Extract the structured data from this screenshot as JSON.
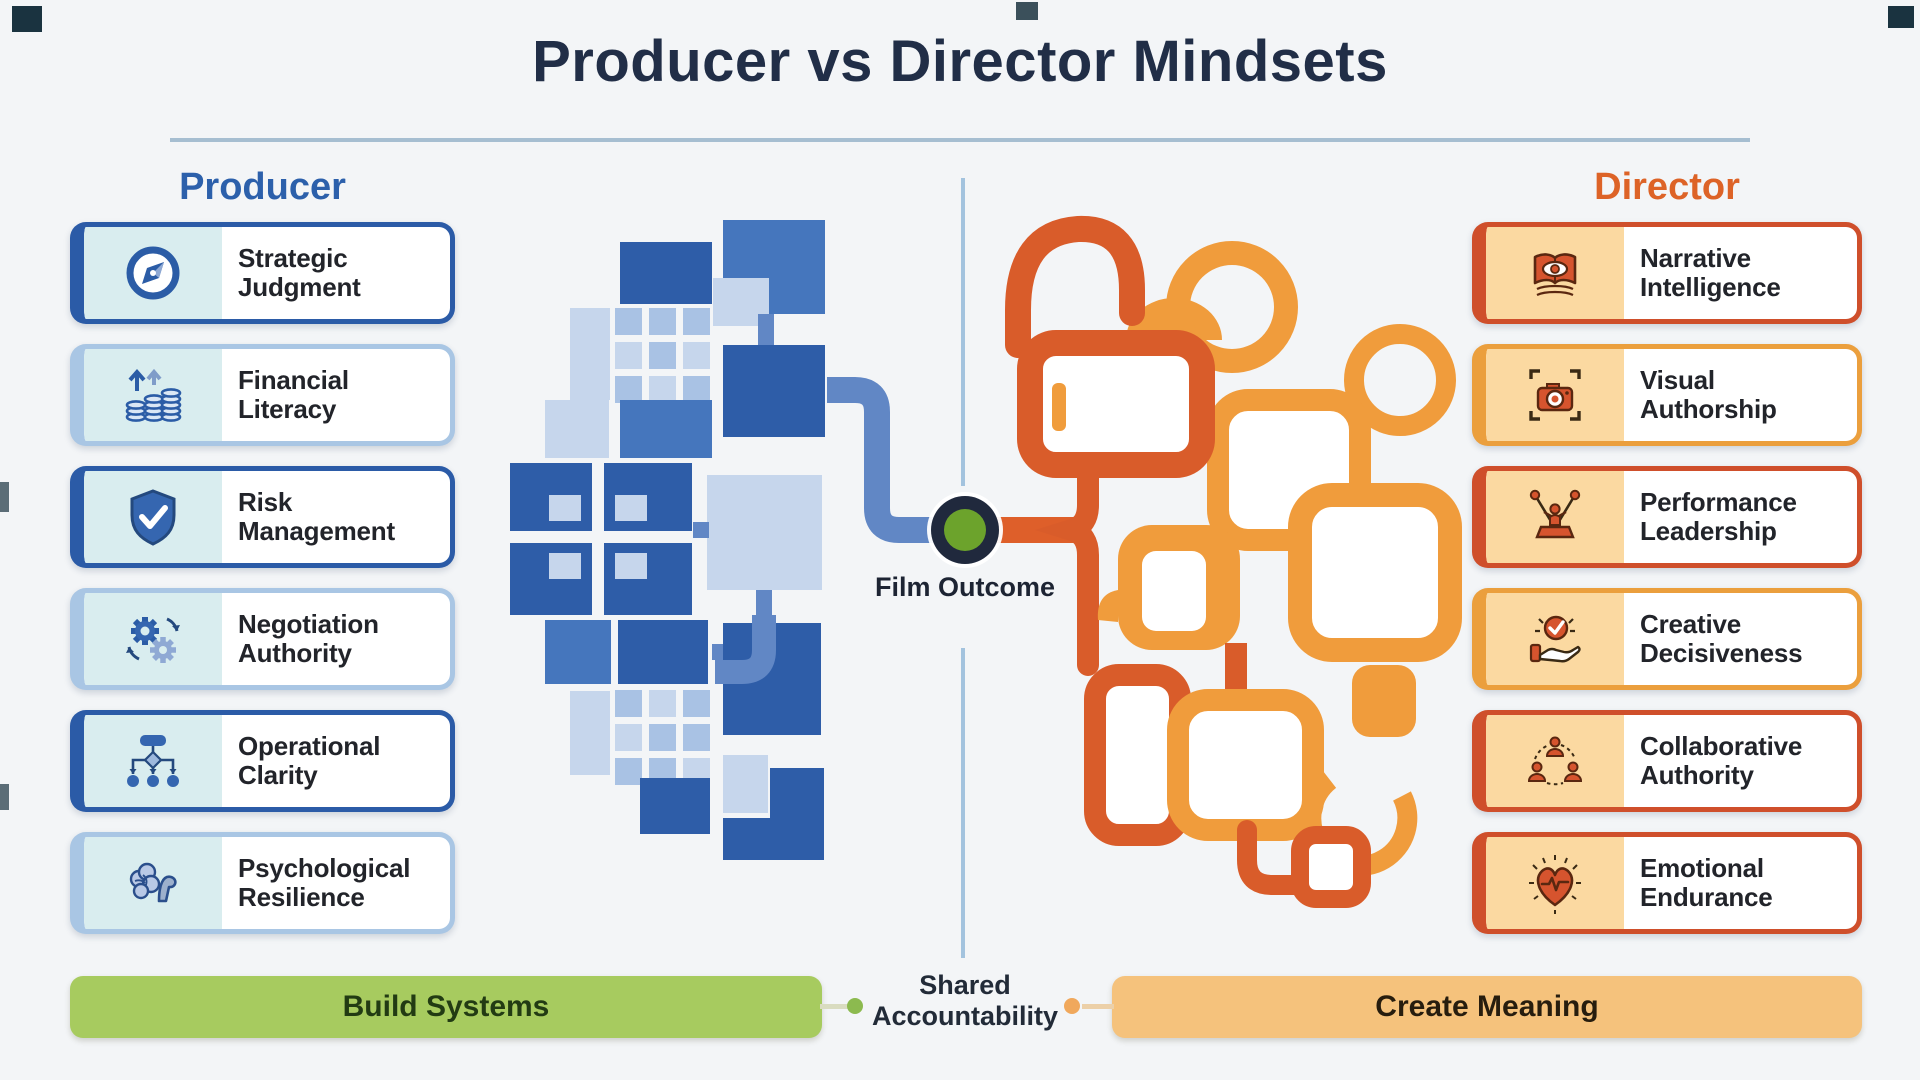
{
  "title": "Producer vs Director Mindsets",
  "producer": {
    "header": "Producer",
    "accent_color": "#2c60ab",
    "card_border_dark": "#2b5ba7",
    "card_border_light": "#a9c6e4",
    "icon_bg": "#d9edef",
    "items": [
      {
        "label": "Strategic Judgment",
        "icon": "compass-icon"
      },
      {
        "label": "Financial Literacy",
        "icon": "growth-coins-icon"
      },
      {
        "label": "Risk Management",
        "icon": "shield-check-icon"
      },
      {
        "label": "Negotiation Authority",
        "icon": "gears-cycle-icon"
      },
      {
        "label": "Operational Clarity",
        "icon": "flowchart-icon"
      },
      {
        "label": "Psychological Resilience",
        "icon": "brain-strength-icon"
      }
    ],
    "footer": "Build Systems",
    "footer_bar_color": "#a7cb5f"
  },
  "director": {
    "header": "Director",
    "accent_color": "#dd6327",
    "card_border_red": "#cf4f2b",
    "card_border_amber": "#eb9f3d",
    "icon_bg": "#fbd9a1",
    "items": [
      {
        "label": "Narrative Intelligence",
        "icon": "book-eye-icon"
      },
      {
        "label": "Visual Authorship",
        "icon": "camera-focus-icon"
      },
      {
        "label": "Performance Leadership",
        "icon": "spotlight-stage-icon"
      },
      {
        "label": "Creative Decisiveness",
        "icon": "hand-check-icon"
      },
      {
        "label": "Collaborative Authority",
        "icon": "people-network-icon"
      },
      {
        "label": "Emotional Endurance",
        "icon": "heart-pulse-icon"
      }
    ],
    "footer": "Create Meaning",
    "footer_bar_color": "#f5c27c"
  },
  "center": {
    "node_label": "Film Outcome",
    "node_green": "#6ca32c",
    "node_ring": "#20293d",
    "shared_label": "Shared Accountability",
    "left_connector_color": "#6187c5",
    "right_connector_color": "#de5f2a"
  }
}
